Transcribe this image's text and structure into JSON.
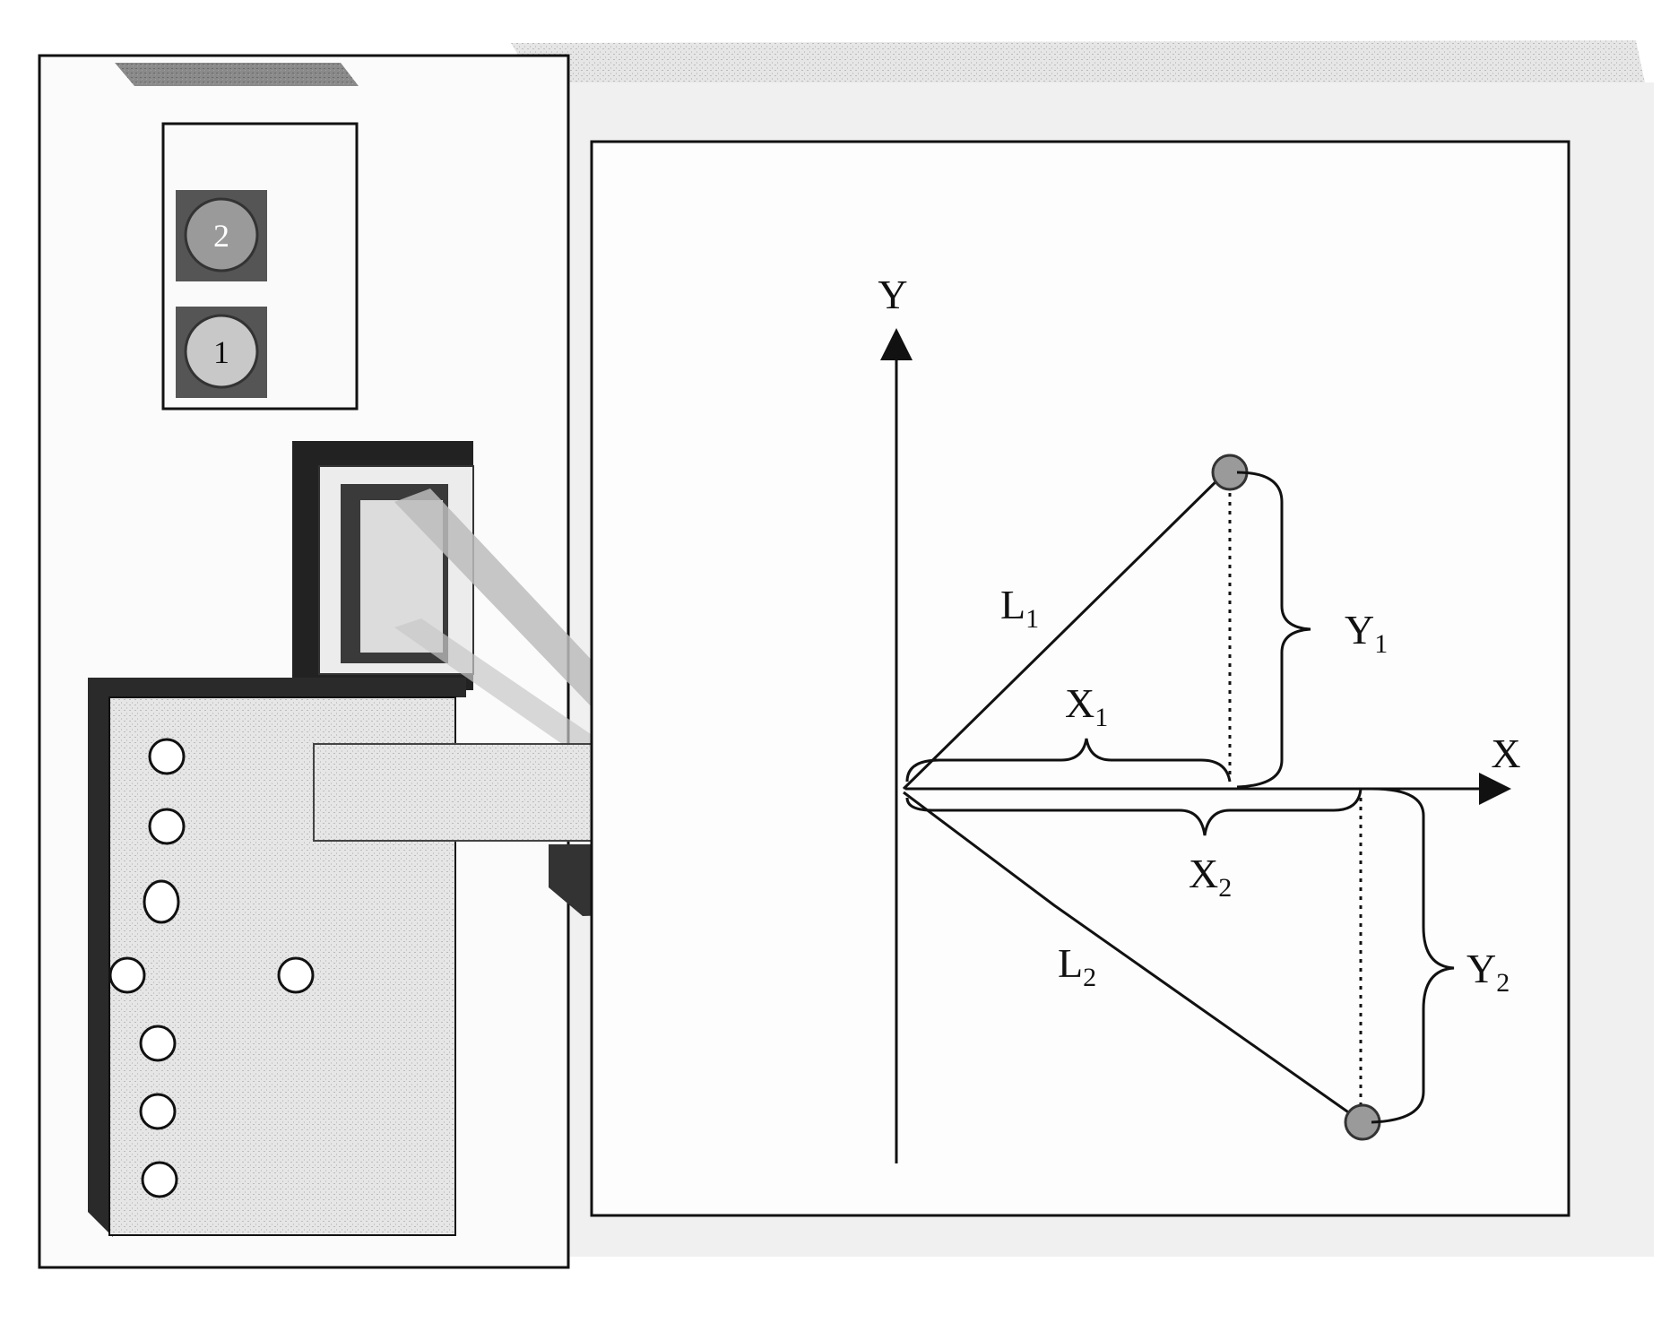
{
  "axes": {
    "x_label": "X",
    "y_label": "Y"
  },
  "measures": {
    "l1": {
      "main": "L",
      "sub": "1"
    },
    "l2": {
      "main": "L",
      "sub": "2"
    },
    "x1": {
      "main": "X",
      "sub": "1"
    },
    "x2": {
      "main": "X",
      "sub": "2"
    },
    "y1": {
      "main": "Y",
      "sub": "1"
    },
    "y2": {
      "main": "Y",
      "sub": "2"
    }
  },
  "buttons": {
    "upper": "2",
    "lower": "1"
  },
  "colors": {
    "ink": "#111111",
    "dark": "#2a2a2a",
    "mid": "#6e6e6e",
    "light": "#bdbdbd",
    "paper": "#f7f7f7",
    "marker": "#9a9a9a"
  }
}
